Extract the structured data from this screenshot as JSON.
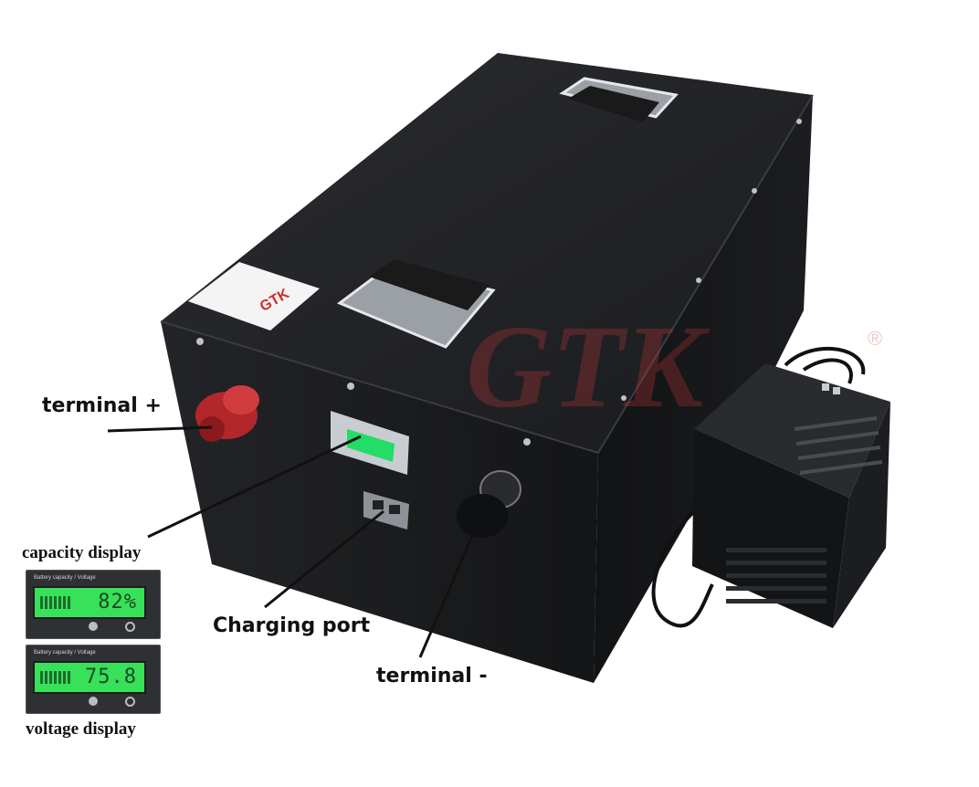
{
  "labels": {
    "terminal_plus": "terminal +",
    "terminal_minus": "terminal -",
    "charging_port": "Charging port",
    "capacity_display": "capacity display",
    "voltage_display": "voltage display"
  },
  "battery": {
    "brand": "GTK",
    "watermark": "GTK"
  },
  "capacity_panel": {
    "header": "Battery capacity / Voltage",
    "value": "82%"
  },
  "voltage_panel": {
    "header": "Battery capacity / Voltage",
    "value": "75.8"
  },
  "colors": {
    "lcd_green": "#39e05a",
    "battery_body": "#1e1f22",
    "terminal_red": "#b3262a"
  }
}
